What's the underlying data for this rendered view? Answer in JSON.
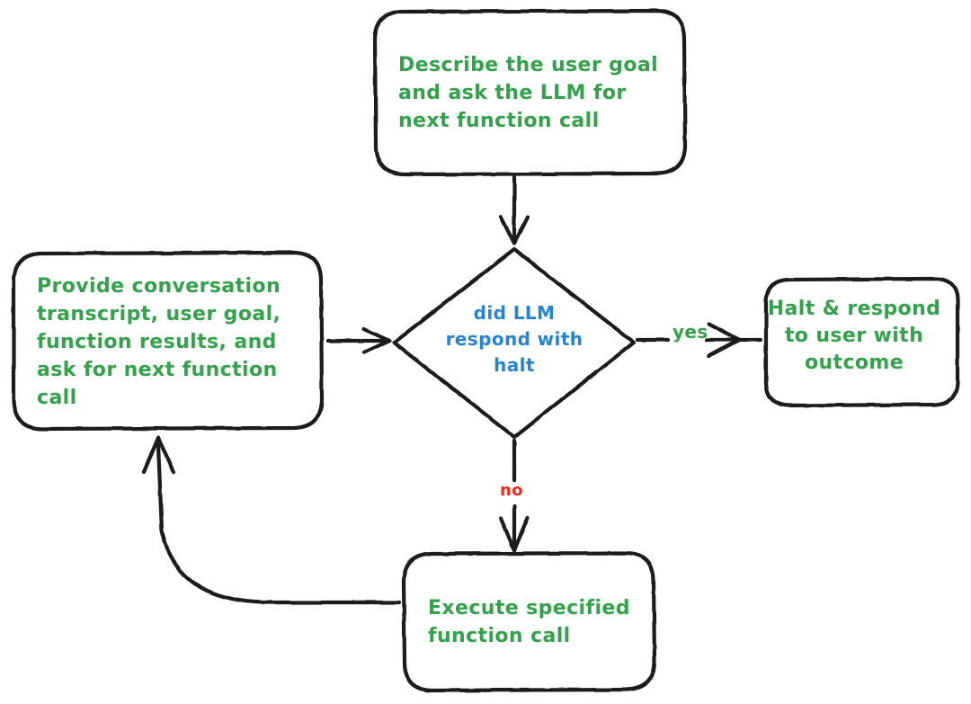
{
  "diagram": {
    "title": "LLM function-calling agent loop",
    "style": "hand-drawn flowchart",
    "background_color": "#ffffff",
    "stroke_color": "#1a1a1a",
    "process_text_color": "#33a24b",
    "decision_text_color": "#2683d4",
    "no_label_color": "#ee2b1f",
    "yes_label_color": "#33a24b"
  },
  "nodes": {
    "describe_goal": {
      "id": "describe-goal",
      "shape": "rounded-rectangle",
      "text": "Describe the user goal\nand ask the LLM for\nnext function call"
    },
    "provide_context": {
      "id": "provide-context",
      "shape": "rounded-rectangle",
      "text": "Provide conversation\ntranscript, user goal,\nfunction results, and\nask for next function\ncall"
    },
    "decision_halt": {
      "id": "decision-halt",
      "shape": "diamond",
      "text": "did LLM\nrespond with\nhalt"
    },
    "halt_respond": {
      "id": "halt-respond",
      "shape": "rounded-rectangle",
      "text": "Halt & respond\nto user with\noutcome"
    },
    "execute_call": {
      "id": "execute-call",
      "shape": "rounded-rectangle",
      "text": "Execute specified\nfunction call"
    }
  },
  "edges": [
    {
      "id": "edge-describe-to-decision",
      "from": "describe_goal",
      "to": "decision_halt",
      "label": ""
    },
    {
      "id": "edge-context-to-decision",
      "from": "provide_context",
      "to": "decision_halt",
      "label": ""
    },
    {
      "id": "edge-decision-to-halt",
      "from": "decision_halt",
      "to": "halt_respond",
      "label": "yes"
    },
    {
      "id": "edge-decision-to-execute",
      "from": "decision_halt",
      "to": "execute_call",
      "label": "no"
    },
    {
      "id": "edge-execute-to-context",
      "from": "execute_call",
      "to": "provide_context",
      "label": ""
    }
  ],
  "labels": {
    "yes": "yes",
    "no": "no"
  }
}
